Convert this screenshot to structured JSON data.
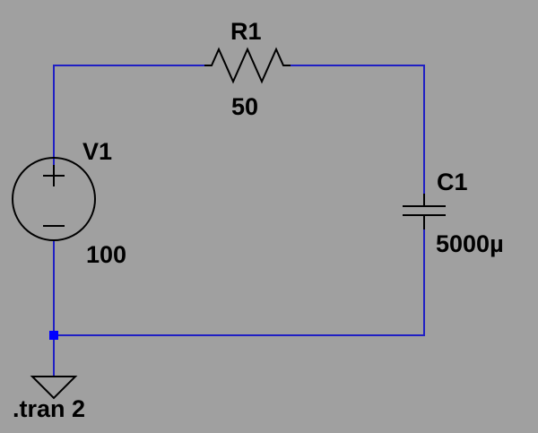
{
  "schematic": {
    "wire_color": "#1f1fc4",
    "symbol_color": "#000000",
    "background": "#a0a0a0",
    "junction_color": "#0000ff",
    "components": {
      "r1": {
        "name": "R1",
        "value": "50"
      },
      "v1": {
        "name": "V1",
        "value": "100"
      },
      "c1": {
        "name": "C1",
        "value": "5000µ"
      }
    },
    "directive": ".tran 2",
    "icons": [
      "resistor-icon",
      "voltage-source-icon",
      "capacitor-icon",
      "ground-icon"
    ]
  }
}
